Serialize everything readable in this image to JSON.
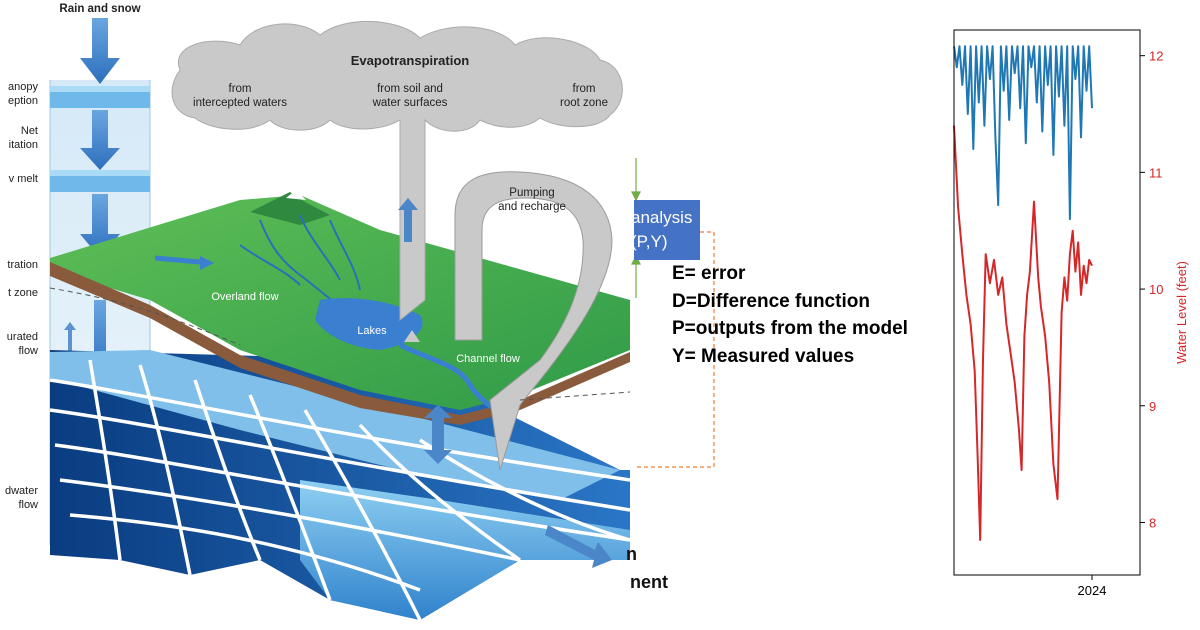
{
  "diagram": {
    "labels": {
      "rain": "Rain and snow",
      "canopy1": "anopy",
      "canopy2": "eption",
      "net1": "Net",
      "net2": "itation",
      "snowmelt": "v melt",
      "infiltration": "tration",
      "rootzone": "t zone",
      "unsat1": "urated",
      "unsat2": "flow",
      "gw1": "dwater",
      "gw2": "flow",
      "evapo": "Evapotranspiration",
      "from1a": "from",
      "from1b": "intercepted waters",
      "from2a": "from soil and",
      "from2b": "water surfaces",
      "from3a": "from",
      "from3b": "root zone",
      "pump1": "Pumping",
      "pump2": "and recharge",
      "overland": "Overland flow",
      "lakes": "Lakes",
      "channel": "Channel flow"
    },
    "colors": {
      "sky_blue": "#5fa8df",
      "grid_blue": "#2f7fd0",
      "land_green": "#3aa84a",
      "cloud_gray": "#c9c9c9",
      "arrow_blue": "#4a86c8"
    }
  },
  "box": {
    "line1": "analysis",
    "line2": "(P,Y)",
    "color": "#4472c4"
  },
  "definitions": [
    "E= error",
    "D=Difference function",
    "P=outputs from the model",
    "Y= Measured values"
  ],
  "fragments": {
    "frag1": "n",
    "frag2": "nent"
  },
  "chart_data": {
    "type": "line",
    "ylabel": "Water Level (feet)",
    "ylim": [
      7.55,
      12.22
    ],
    "y_ticks": [
      "8",
      "9",
      "10",
      "11",
      "12"
    ],
    "x_tick_labels": [
      "2024"
    ],
    "series": [
      {
        "color": "#1f77b4",
        "x": [
          0.0,
          0.02,
          0.04,
          0.06,
          0.08,
          0.1,
          0.12,
          0.14,
          0.16,
          0.18,
          0.2,
          0.22,
          0.24,
          0.26,
          0.28,
          0.3,
          0.32,
          0.34,
          0.36,
          0.38,
          0.4,
          0.42,
          0.44,
          0.46,
          0.48,
          0.5,
          0.52,
          0.54,
          0.56,
          0.58,
          0.6,
          0.62,
          0.64,
          0.66,
          0.68,
          0.7,
          0.72,
          0.74,
          0.76,
          0.78,
          0.8,
          0.82,
          0.84,
          0.86,
          0.88,
          0.9,
          0.92,
          0.94,
          0.96,
          0.98,
          1.0
        ],
        "y": [
          12.08,
          11.9,
          12.08,
          11.75,
          12.08,
          11.5,
          12.08,
          11.2,
          12.08,
          11.6,
          12.08,
          11.4,
          12.08,
          11.8,
          12.08,
          11.3,
          10.72,
          12.08,
          11.7,
          12.08,
          11.45,
          12.08,
          11.85,
          12.08,
          11.55,
          12.08,
          11.25,
          12.08,
          11.9,
          12.08,
          11.6,
          12.08,
          11.35,
          12.08,
          11.75,
          12.08,
          11.15,
          12.08,
          11.65,
          12.08,
          11.4,
          12.08,
          10.6,
          12.08,
          11.8,
          12.08,
          11.3,
          12.08,
          11.7,
          12.08,
          11.55
        ]
      },
      {
        "color": "#d62728",
        "x": [
          0.0,
          0.03,
          0.06,
          0.09,
          0.12,
          0.15,
          0.17,
          0.19,
          0.21,
          0.23,
          0.26,
          0.29,
          0.32,
          0.35,
          0.38,
          0.41,
          0.44,
          0.47,
          0.49,
          0.51,
          0.53,
          0.55,
          0.58,
          0.61,
          0.63,
          0.66,
          0.69,
          0.72,
          0.75,
          0.78,
          0.8,
          0.82,
          0.84,
          0.86,
          0.88,
          0.9,
          0.92,
          0.94,
          0.96,
          0.98,
          1.0
        ],
        "y": [
          11.4,
          10.7,
          10.3,
          9.95,
          9.7,
          9.3,
          8.6,
          7.85,
          9.4,
          10.3,
          10.05,
          10.25,
          9.95,
          10.1,
          9.7,
          9.45,
          9.2,
          8.8,
          8.45,
          9.6,
          9.95,
          10.15,
          10.75,
          10.1,
          9.85,
          9.6,
          9.2,
          8.5,
          8.2,
          9.8,
          10.1,
          9.9,
          10.3,
          10.5,
          10.15,
          10.4,
          9.95,
          10.2,
          10.05,
          10.25,
          10.2
        ]
      }
    ]
  }
}
